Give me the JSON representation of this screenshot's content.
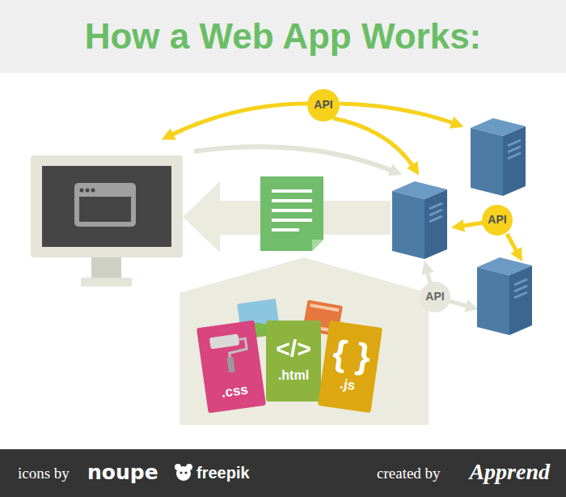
{
  "diagram": {
    "title": "How a Web App Works:",
    "nodes": [
      {
        "text": [
          "API"
        ]
      },
      {
        "text": [
          "API"
        ]
      },
      {
        "text": [
          "API"
        ]
      },
      {
        "text": [
          ".css"
        ]
      },
      {
        "text": [
          "</>",
          ".html"
        ]
      },
      {
        "text": [
          "{ }",
          ".js"
        ]
      }
    ],
    "labels": [
      "icons by",
      "noupe",
      "freepik",
      "created by",
      "Apprend"
    ]
  }
}
